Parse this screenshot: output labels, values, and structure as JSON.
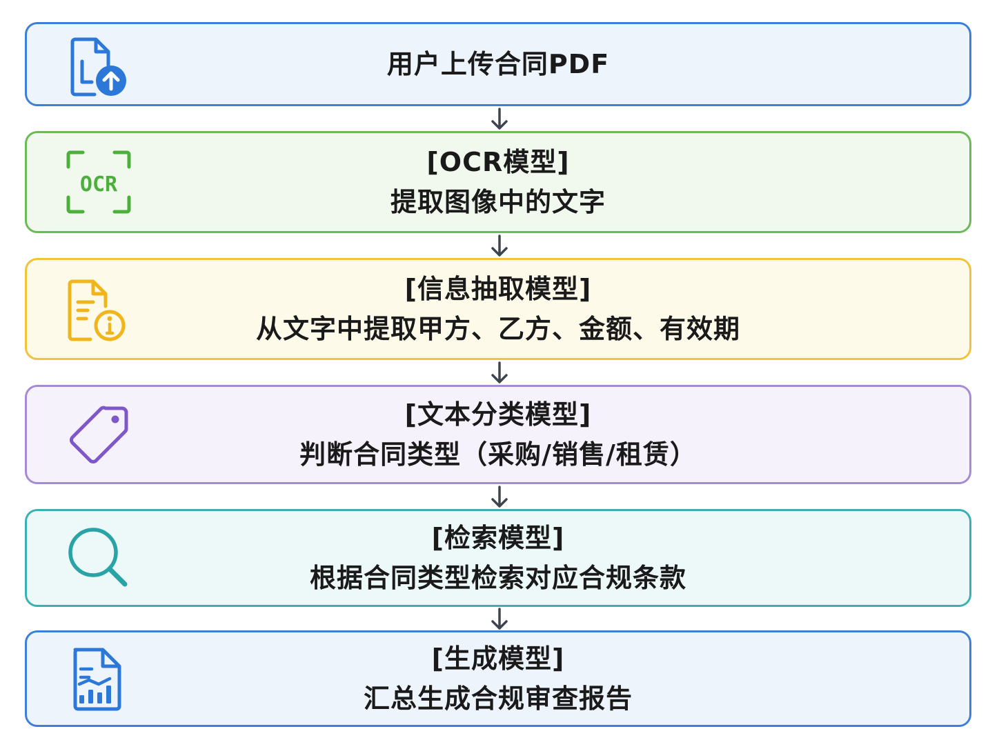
{
  "steps": [
    {
      "id": "upload",
      "lines": [
        "用户上传合同PDF"
      ],
      "icon": "pdf-upload-icon",
      "border_color": "#3c7fd8",
      "bg_color": "#eef4fc",
      "icon_color": "#2b78d9"
    },
    {
      "id": "ocr",
      "lines": [
        "[OCR模型]",
        "提取图像中的文字"
      ],
      "icon": "ocr-scan-icon",
      "icon_text": "OCR",
      "border_color": "#6cba55",
      "bg_color": "#f1f9ee",
      "icon_color": "#4caf3c"
    },
    {
      "id": "extract",
      "lines": [
        "[信息抽取模型]",
        "从文字中提取甲方、乙方、金额、有效期"
      ],
      "icon": "document-info-icon",
      "border_color": "#f2c23a",
      "bg_color": "#fefaea",
      "icon_color": "#f1b51c"
    },
    {
      "id": "classify",
      "lines": [
        "[文本分类模型]",
        "判断合同类型（采购/销售/租赁）"
      ],
      "icon": "tag-icon",
      "border_color": "#a58ad6",
      "bg_color": "#f6f2fc",
      "icon_color": "#7e57c8"
    },
    {
      "id": "retrieve",
      "lines": [
        "[检索模型]",
        "根据合同类型检索对应合规条款"
      ],
      "icon": "search-icon",
      "border_color": "#3ab0b3",
      "bg_color": "#edf8f9",
      "icon_color": "#2aa3a7"
    },
    {
      "id": "generate",
      "lines": [
        "[生成模型]",
        "汇总生成合规审查报告"
      ],
      "icon": "report-chart-icon",
      "border_color": "#3c7fd8",
      "bg_color": "#eef4fc",
      "icon_color": "#2b78d9"
    }
  ],
  "arrow_color": "#3d4450"
}
